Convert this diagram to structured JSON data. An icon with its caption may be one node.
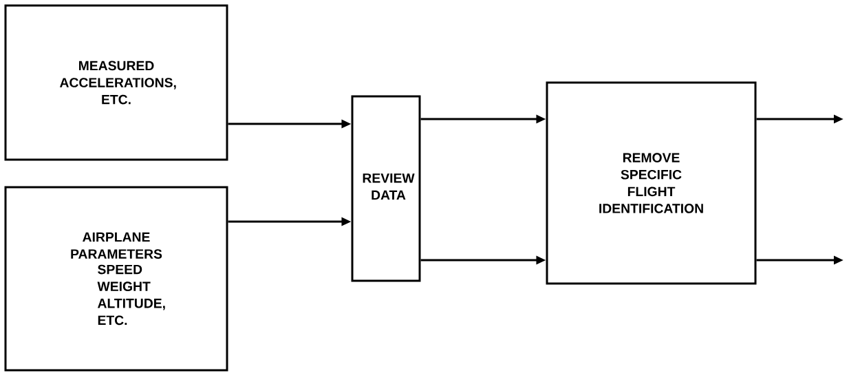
{
  "diagram": {
    "nodes": [
      {
        "text": [
          "MEASURED ACCELERATIONS, ETC."
        ]
      },
      {
        "text": [
          "AIRPLANE PARAMETERS",
          "SPEED WEIGHT ALTITUDE, ETC."
        ]
      },
      {
        "text": [
          "REVIEW DATA"
        ]
      },
      {
        "text": [
          "REMOVE SPECIFIC FLIGHT IDENTIFICATION"
        ]
      }
    ],
    "edges": [
      {
        "from": 0,
        "to": 2,
        "arrow": "to"
      },
      {
        "from": 1,
        "to": 2,
        "arrow": "to"
      },
      {
        "from": 2,
        "to": 3,
        "arrow": "to"
      },
      {
        "from": 2,
        "to": 3,
        "arrow": "to"
      },
      {
        "from": 3,
        "to": null,
        "arrow": "to"
      },
      {
        "from": 3,
        "to": null,
        "arrow": "to"
      }
    ]
  }
}
